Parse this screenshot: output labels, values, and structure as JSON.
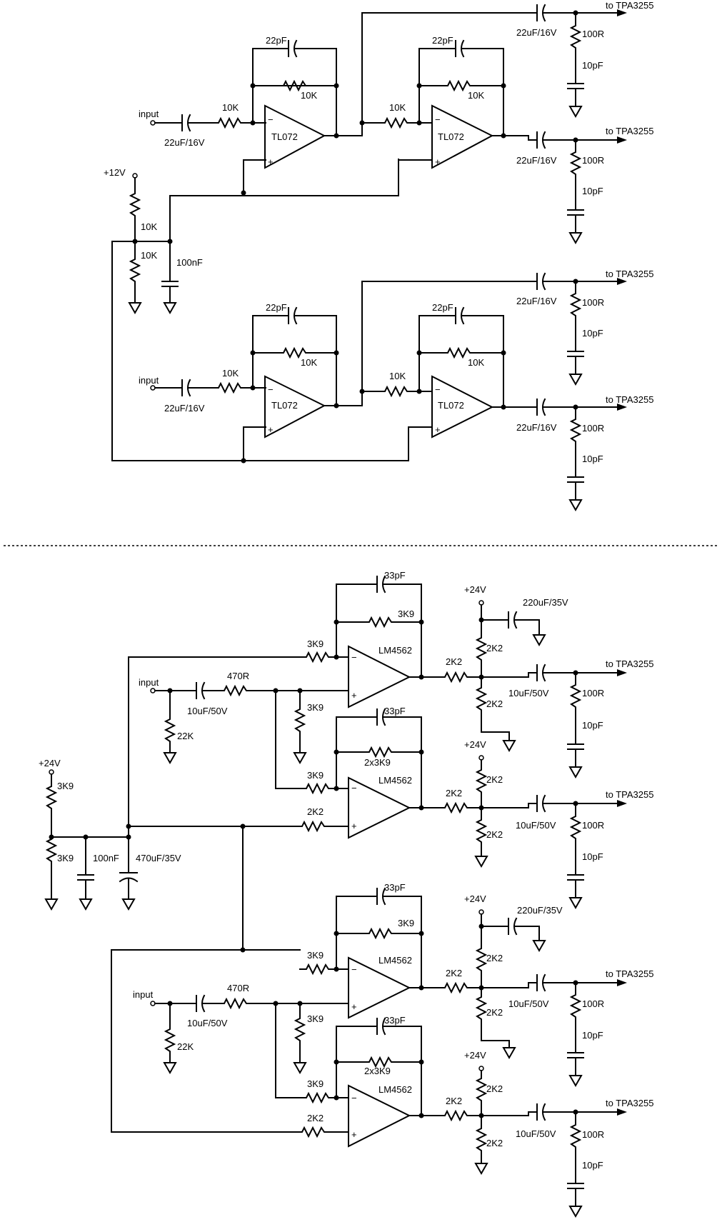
{
  "labels": {
    "input": "input",
    "out": "to TPA3255",
    "plus": "+",
    "minus": "−",
    "tl072": "TL072",
    "lm4562": "LM4562",
    "r10k": "10K",
    "r100": "100R",
    "r470": "470R",
    "r22k": "22K",
    "r3k9": "3K9",
    "r2x3k9": "2x3K9",
    "r2k2": "2K2",
    "c22pf": "22pF",
    "c10pf": "10pF",
    "c33pf": "33pF",
    "c22uf": "22uF/16V",
    "c10uf": "10uF/50V",
    "c100nf": "100nF",
    "c470uf": "470uF/35V",
    "c220uf": "220uF/35V",
    "v12": "+12V",
    "v24": "+24V"
  }
}
